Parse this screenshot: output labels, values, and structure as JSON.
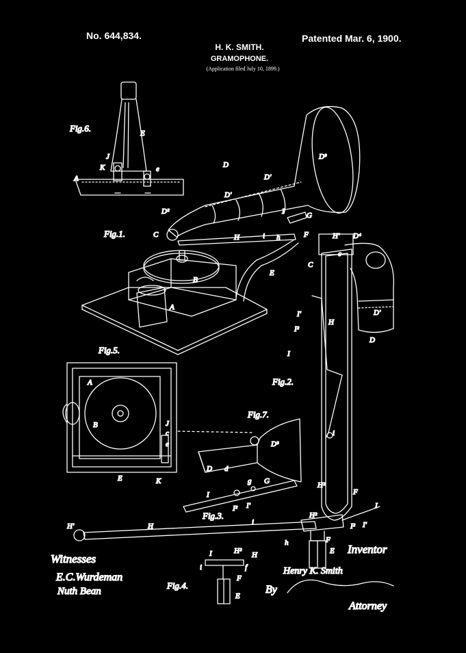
{
  "header": {
    "patent_number": "No. 644,834.",
    "patented_date": "Patented Mar. 6, 1900.",
    "inventor": "H. K. SMITH.",
    "title": "GRAMOPHONE.",
    "filed": "(Application filed July 10, 1899.)"
  },
  "figures": {
    "fig1": "Fig.1.",
    "fig2": "Fig.2.",
    "fig3": "Fig.3.",
    "fig4": "Fig.4.",
    "fig5": "Fig.5.",
    "fig6": "Fig.6.",
    "fig7": "Fig.7."
  },
  "labels": {
    "D": "D",
    "D1": "D'",
    "D2": "D²",
    "D3": "D³",
    "D4": "D⁴",
    "E": "E",
    "A": "A",
    "B": "B",
    "C": "C",
    "F": "F",
    "G": "G",
    "H": "H",
    "H1": "H'",
    "H2": "H²",
    "I": "I",
    "I1": "I'",
    "I2": "I²",
    "J": "J",
    "K": "K",
    "e": "e",
    "c": "c",
    "d": "d",
    "f": "f",
    "g": "g",
    "h": "h",
    "i": "i"
  },
  "signatures": {
    "witnesses_label": "Witnesses",
    "witness1": "E.C.Wurdeman",
    "witness2": "Nuth Bean",
    "inventor_label": "Inventor",
    "inventor_signature": "Henry K. Smith",
    "by": "By",
    "attorney_label": "Attorney"
  }
}
